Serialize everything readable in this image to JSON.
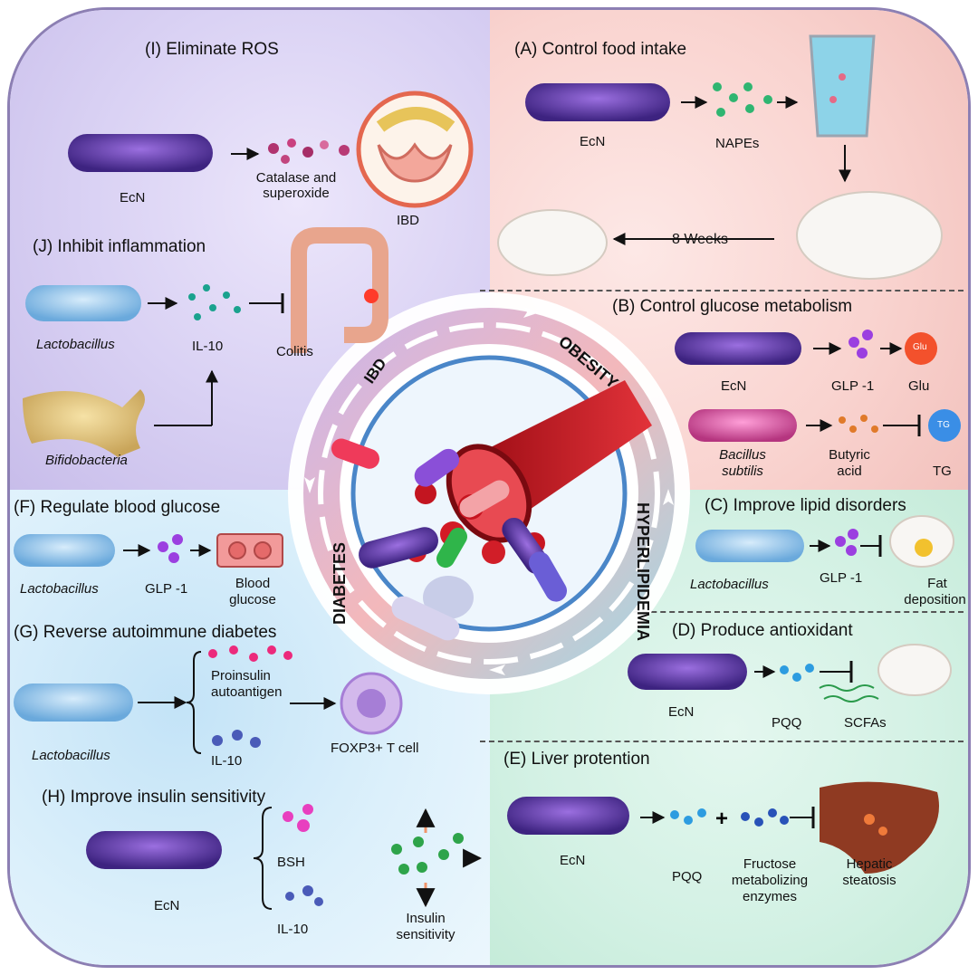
{
  "center": {
    "labels": [
      "IBD",
      "OBESITY",
      "HYPERLIPIDEMIA",
      "DIABETES"
    ]
  },
  "panels": {
    "I": {
      "title": "(I) Eliminate ROS",
      "labels": [
        "EcN",
        "Catalase and",
        "superoxide",
        "IBD"
      ]
    },
    "A": {
      "title": "(A)  Control food intake",
      "labels": [
        "EcN",
        "NAPEs",
        "8 Weeks"
      ]
    },
    "J": {
      "title": "(J) Inhibit inflammation",
      "labels": [
        "Lactobacillus",
        "IL-10",
        "Colitis",
        "Bifidobacteria"
      ]
    },
    "B": {
      "title": "(B)  Control glucose metabolism",
      "labels": [
        "EcN",
        "GLP -1",
        "Glu",
        "Bacillus",
        "subtilis",
        "Butyric",
        "acid",
        "TG"
      ],
      "icons": [
        "Glu",
        "TG"
      ]
    },
    "F": {
      "title": "(F) Regulate blood glucose",
      "labels": [
        "Lactobacillus",
        "GLP -1",
        "Blood",
        "glucose"
      ]
    },
    "C": {
      "title": "(C) Improve lipid disorders",
      "labels": [
        "Lactobacillus",
        "GLP -1",
        "Fat",
        "deposition"
      ]
    },
    "G": {
      "title": "(G)  Reverse autoimmune diabetes",
      "labels": [
        "Proinsulin",
        "autoantigen",
        "IL-10",
        "Lactobacillus",
        "FOXP3+ T cell"
      ]
    },
    "D": {
      "title": "(D)  Produce antioxidant",
      "labels": [
        "EcN",
        "PQQ",
        "SCFAs"
      ]
    },
    "E": {
      "title": "(E)  Liver protention",
      "labels": [
        "EcN",
        "PQQ",
        "Fructose",
        "metabolizing",
        "enzymes",
        "Hepatic",
        "steatosis"
      ]
    },
    "H": {
      "title": "(H)  Improve insulin sensitivity",
      "labels": [
        "BSH",
        "IL-10",
        "EcN",
        "Insulin",
        "sensitivity"
      ]
    }
  }
}
